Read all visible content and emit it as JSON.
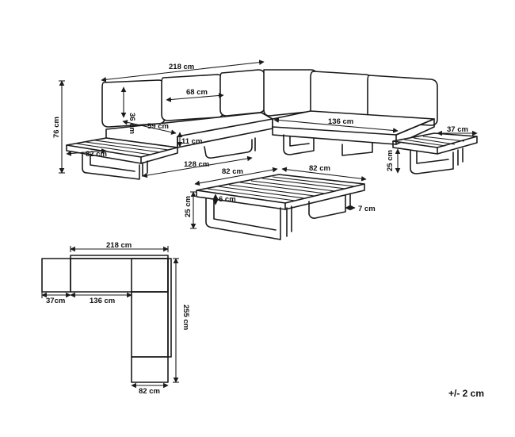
{
  "sofa_dims": {
    "total_width": "218 cm",
    "backrest_height": "36 cm",
    "cushion_width": "68 cm",
    "total_height": "76 cm",
    "seat_depth": "59 cm",
    "seat_thickness": "11 cm",
    "side_table_width": "82 cm",
    "frame_length": "128 cm",
    "right_seat_length": "136 cm",
    "right_table_width": "37 cm",
    "table_height": "25 cm"
  },
  "coffee_table_dims": {
    "width": "82 cm",
    "depth": "82 cm",
    "height": "25 cm",
    "top_thickness": "6 cm",
    "leg_thickness": "7 cm"
  },
  "plan_dims": {
    "total_width": "218 cm",
    "side_table": "37cm",
    "seat_length": "136 cm",
    "total_length": "255 cm",
    "seat_depth": "82 cm"
  },
  "tolerance": "+/- 2 cm"
}
